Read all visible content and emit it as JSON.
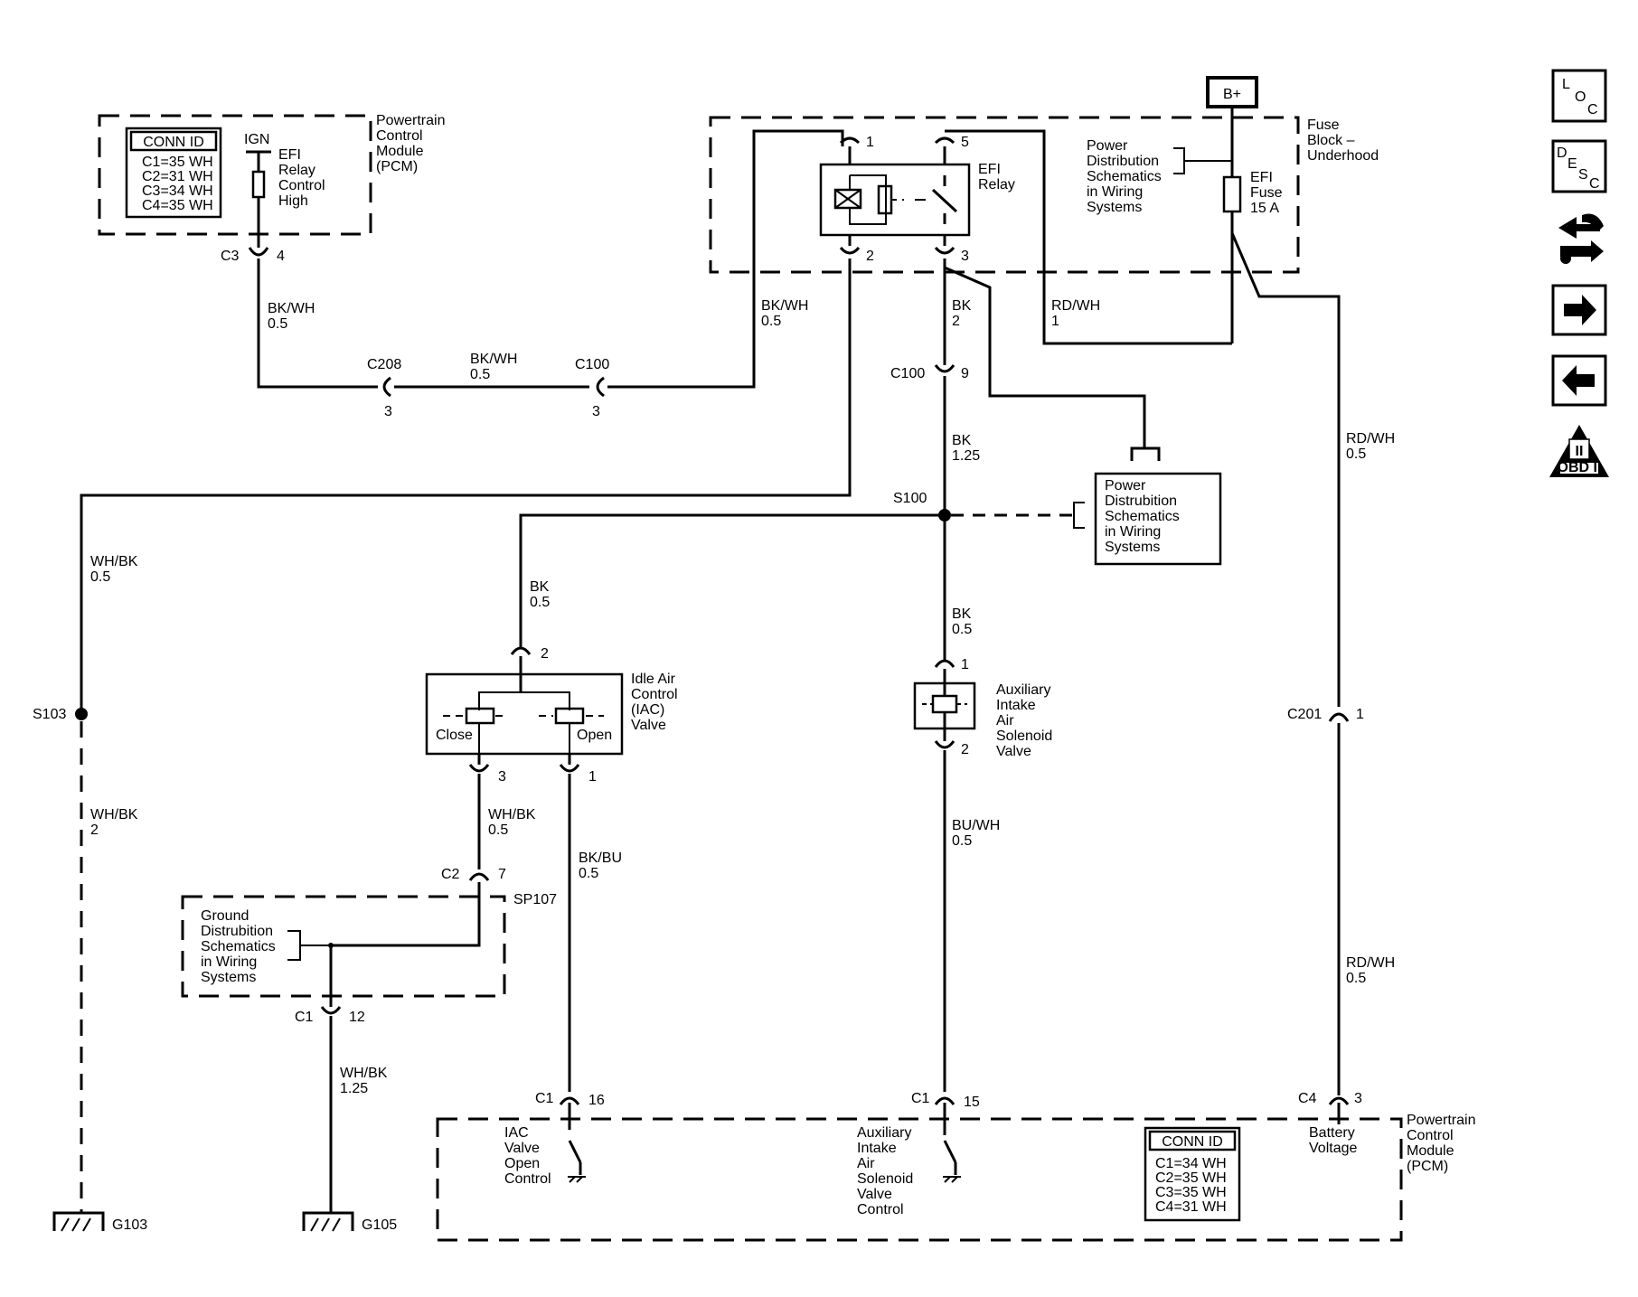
{
  "pcm_top": {
    "conn_title": "CONN ID",
    "conn_lines": [
      "C1=35 WH",
      "C2=31 WH",
      "C3=34 WH",
      "C4=35 WH"
    ],
    "name": [
      "Powertrain",
      "Control",
      "Module",
      "(PCM)"
    ],
    "ign": "IGN",
    "circuit": [
      "EFI",
      "Relay",
      "Control",
      "High"
    ],
    "conn": "C3",
    "pin": "4"
  },
  "wire_pcm_relay": {
    "seg1": [
      "BK/WH",
      "0.5"
    ],
    "c208": "C208",
    "c208_pin": "3",
    "seg2": [
      "BK/WH",
      "0.5"
    ],
    "c100": "C100",
    "c100_pin": "3",
    "seg3": [
      "BK/WH",
      "0.5"
    ]
  },
  "fuse_block": {
    "bplus": "B+",
    "name": [
      "Fuse",
      "Block –",
      "Underhood"
    ],
    "pd_ref": [
      "Power",
      "Distribution",
      "Schematics",
      "in Wiring",
      "Systems"
    ],
    "fuse": [
      "EFI",
      "Fuse",
      "15 A"
    ],
    "relay": [
      "EFI",
      "Relay"
    ],
    "pin1": "1",
    "pin5": "5",
    "pin2": "2",
    "pin3": "3"
  },
  "wires": {
    "rdwh_1": [
      "RD/WH",
      "1"
    ],
    "bk_2": [
      "BK",
      "2"
    ],
    "c100_9": "C100",
    "c100_9_pin": "9",
    "bk_125": [
      "BK",
      "1.25"
    ],
    "s100": "S100",
    "pd_ref2": [
      "Power",
      "Distrubition",
      "Schematics",
      "in Wiring",
      "Systems"
    ],
    "whbk_05": [
      "WH/BK",
      "0.5"
    ],
    "s103": "S103",
    "whbk_2": [
      "WH/BK",
      "2"
    ],
    "bk_05_left": [
      "BK",
      "0.5"
    ],
    "bk_05_right": [
      "BK",
      "0.5"
    ],
    "rdwh_05_top": [
      "RD/WH",
      "0.5"
    ],
    "rdwh_05_bottom": [
      "RD/WH",
      "0.5"
    ],
    "c201": "C201",
    "c201_pin": "1"
  },
  "iac": {
    "name": [
      "Idle Air",
      "Control",
      "(IAC)",
      "Valve"
    ],
    "close": "Close",
    "open": "Open",
    "pin2": "2",
    "pin3": "3",
    "pin1": "1",
    "whbk": [
      "WH/BK",
      "0.5"
    ],
    "bkbu": [
      "BK/BU",
      "0.5"
    ],
    "c2": "C2",
    "c2_pin": "7"
  },
  "aux": {
    "name": [
      "Auxiliary",
      "Intake",
      "Air",
      "Solenoid",
      "Valve"
    ],
    "pin1": "1",
    "pin2": "2",
    "buwh": [
      "BU/WH",
      "0.5"
    ]
  },
  "ground": {
    "ref": [
      "Ground",
      "Distrubition",
      "Schematics",
      "in Wiring",
      "Systems"
    ],
    "sp107": "SP107",
    "c1": "C1",
    "c1_pin": "12",
    "whbk": [
      "WH/BK",
      "1.25"
    ],
    "g103": "G103",
    "g105": "G105"
  },
  "pcm_bottom": {
    "c1_16": "C1",
    "c1_16_pin": "16",
    "c1_15": "C1",
    "c1_15_pin": "15",
    "c4": "C4",
    "c4_pin": "3",
    "iac_ctrl": [
      "IAC",
      "Valve",
      "Open",
      "Control"
    ],
    "aux_ctrl": [
      "Auxiliary",
      "Intake",
      "Air",
      "Solenoid",
      "Valve",
      "Control"
    ],
    "batt": [
      "Battery",
      "Voltage"
    ],
    "conn_title": "CONN ID",
    "conn_lines": [
      "C1=34 WH",
      "C2=35 WH",
      "C3=35 WH",
      "C4=31 WH"
    ],
    "name": [
      "Powertrain",
      "Control",
      "Module",
      "(PCM)"
    ]
  },
  "sidebar": {
    "loc": [
      "L",
      "O",
      "C"
    ],
    "desc": [
      "D",
      "E",
      "S",
      "C"
    ],
    "obd": "OBD II",
    "obd_roman": "II"
  }
}
